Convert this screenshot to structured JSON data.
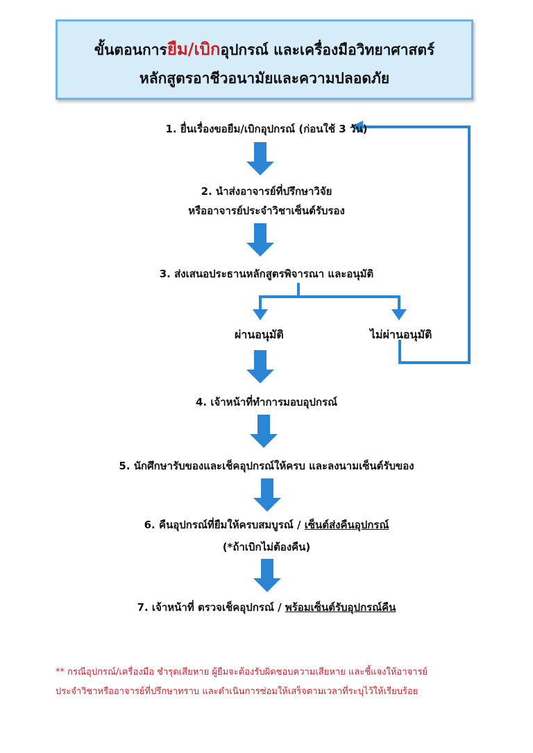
{
  "title": {
    "line1_pre": "ขั้นตอนการ",
    "line1_highlight": "ยืม/เบิก",
    "line1_post": "อุปกรณ์ และเครื่องมือวิทยาศาสตร์",
    "line2": "หลักสูตรอาชีวอนามัยและความปลอดภัย"
  },
  "steps": {
    "s1": "1. ยื่นเรื่องขอยืม/เบิกอุปกรณ์ (ก่อนใช้ 3 วัน)",
    "s2_line1": "2. นำส่งอาจารย์ที่ปรึกษาวิจัย",
    "s2_line2": "หรืออาจารย์ประจำวิชาเซ็นต์รับรอง",
    "s3": "3. ส่งเสนอประธานหลักสูตรพิจารณา และอนุมัติ",
    "approved": "ผ่านอนุมัติ",
    "rejected": "ไม่ผ่านอนุมัติ",
    "s4": "4.  เจ้าหน้าที่ทำการมอบอุปกรณ์",
    "s5": "5.  นักศึกษารับของและเช็คอุปกรณ์ให้ครบ และลงนามเซ็นต์รับของ",
    "s6_pre": "6. คืนอุปกรณ์ที่ยืมให้ครบสมบูรณ์ / ",
    "s6_underline": "เซ็นต์ส่งคืนอุปกรณ์",
    "s6_note": "(*ถ้าเบิกไม่ต้องคืน)",
    "s7_pre": "7. เจ้าหน้าที่ ตรวจเช็คอุปกรณ์ / ",
    "s7_underline": "พร้อมเซ็นต์รับอุปกรณ์คืน"
  },
  "footnote": {
    "line1": "** กรณีอุปกรณ์/เครื่องมือ ชำรุดเสียหาย ผู้ยืมจะต้องรับผิดชอบความเสียหาย และชี้แจงให้อาจารย์",
    "line2": "ประจำวิชาหรืออาจารย์ที่ปรึกษาทราบ   และดำเนินการซ่อมให้เสร็จตามเวลาที่ระบุไว้ให้เรียบร้อย"
  },
  "colors": {
    "arrow": "#2a86d4",
    "highlight": "#cc1f1f",
    "title_bg": "#d6ecf8",
    "title_border": "#6ab4e6",
    "note": "#c0262c"
  }
}
